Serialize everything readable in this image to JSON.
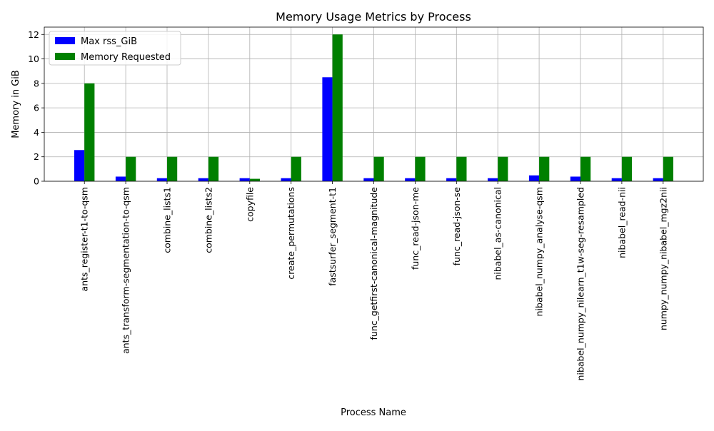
{
  "chart_data": {
    "type": "bar",
    "title": "Memory Usage Metrics by Process",
    "xlabel": "Process Name",
    "ylabel": "Memory in GiB",
    "ylim": [
      0,
      12.6
    ],
    "yticks": [
      0,
      2,
      4,
      6,
      8,
      10,
      12
    ],
    "grid": true,
    "legend_position": "top-left",
    "categories": [
      "ants_register-t1-to-qsm",
      "ants_transform-segmentation-to-qsm",
      "combine_lists1",
      "combine_lists2",
      "copyfile",
      "create_permutations",
      "fastsurfer_segment-t1",
      "func_getfirst-canonical-magnitude",
      "func_read-json-me",
      "func_read-json-se",
      "nibabel_as-canonical",
      "nibabel_numpy_analyse-qsm",
      "nibabel_numpy_nilearn_t1w-seg-resampled",
      "nibabel_read-nii",
      "numpy_numpy_nibabel_mgz2nii"
    ],
    "series": [
      {
        "name": "Max rss_GiB",
        "color": "#0000ff",
        "values": [
          2.55,
          0.38,
          0.25,
          0.25,
          0.25,
          0.25,
          8.5,
          0.25,
          0.25,
          0.25,
          0.25,
          0.48,
          0.38,
          0.25,
          0.25
        ]
      },
      {
        "name": "Memory Requested",
        "color": "#008000",
        "values": [
          8,
          2,
          2,
          2,
          0.2,
          2,
          12,
          2,
          2,
          2,
          2,
          2,
          2,
          2,
          2
        ]
      }
    ]
  }
}
